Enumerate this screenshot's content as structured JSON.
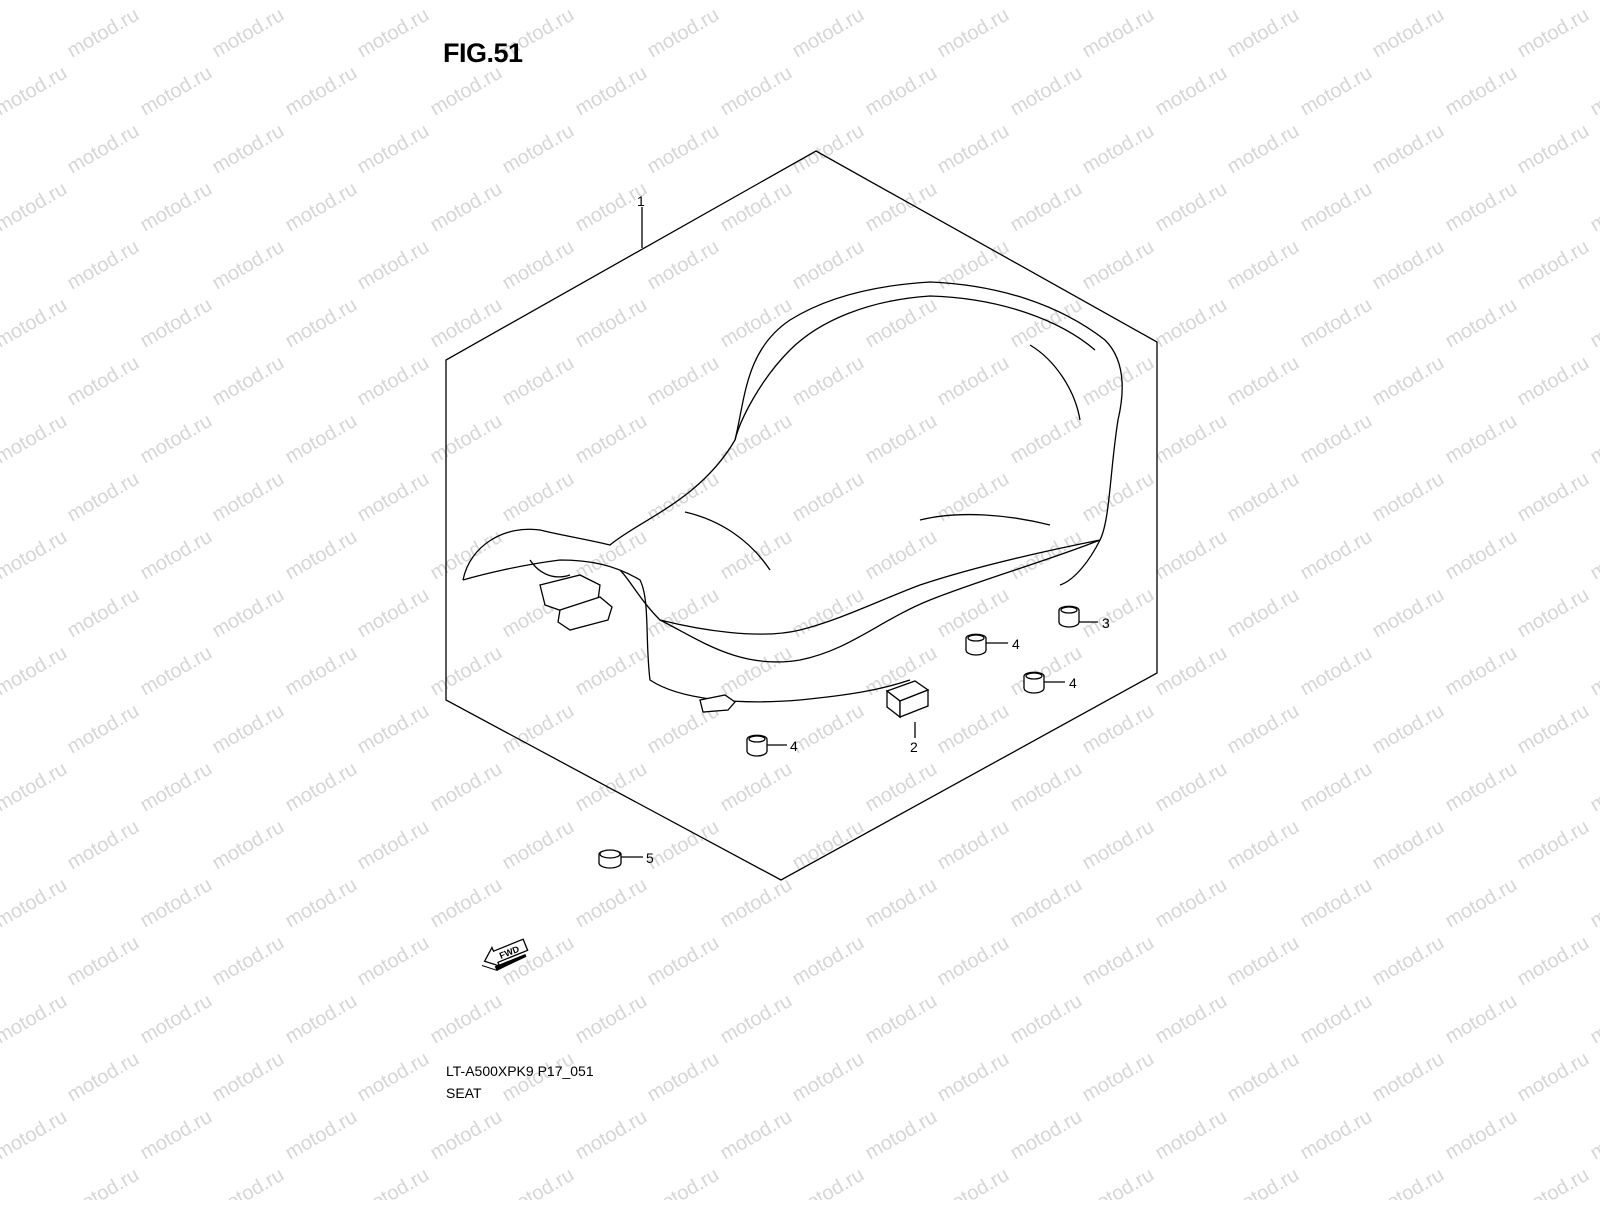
{
  "figure_label": "FIG.51",
  "watermark_text": "motod.ru",
  "caption": {
    "model_code": "LT-A500XPK9 P17_051",
    "section_name": "SEAT"
  },
  "fwd_label": "FWD",
  "callouts": [
    "1",
    "2",
    "3",
    "4",
    "4",
    "4",
    "5"
  ],
  "colors": {
    "line": "#000000",
    "watermark": "#d6d6d6",
    "background": "#ffffff"
  }
}
